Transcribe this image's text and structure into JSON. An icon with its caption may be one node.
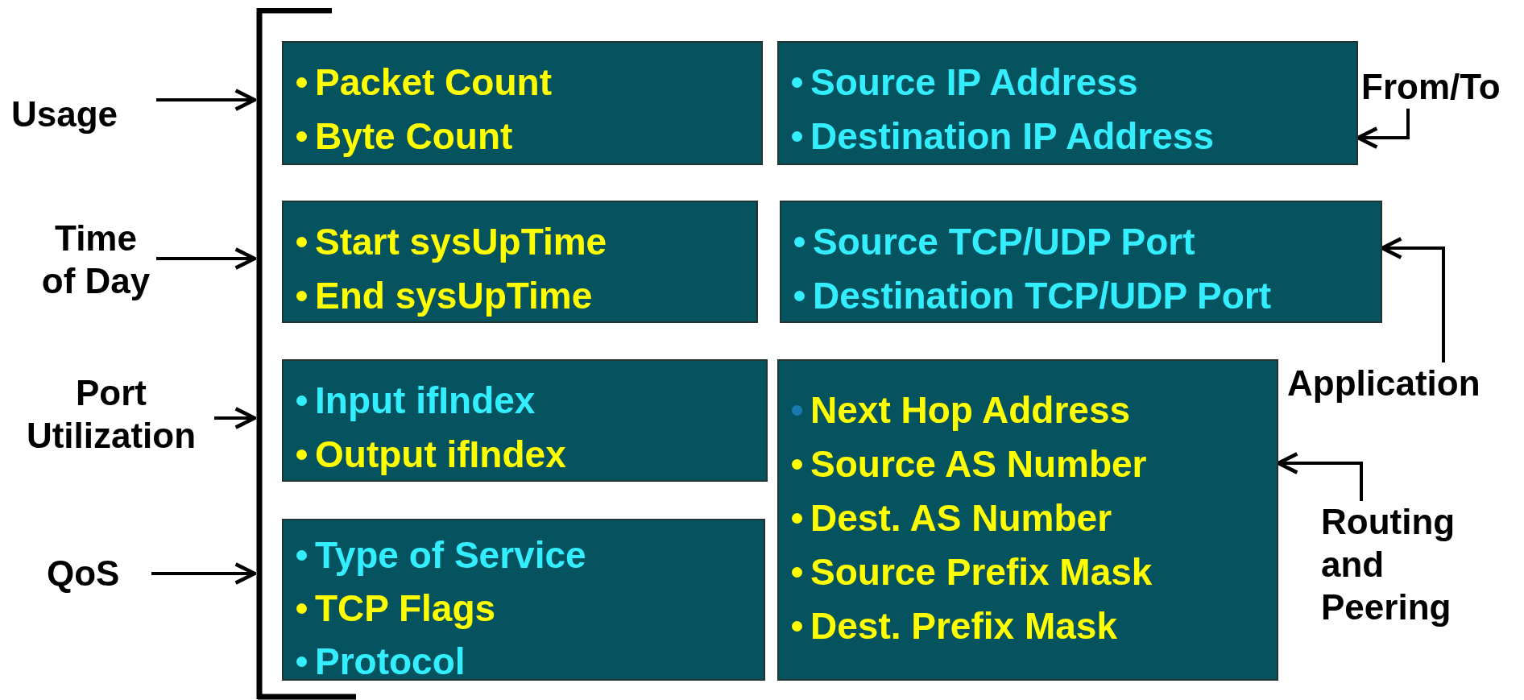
{
  "diagram": {
    "nodes": [
      {
        "text": [
          "Usage"
        ]
      },
      {
        "text": [
          "Time of Day"
        ]
      },
      {
        "text": [
          "Port Utilization"
        ]
      },
      {
        "text": [
          "QoS"
        ]
      },
      {
        "text": [],
        "shape": "bar"
      },
      {
        "text": [
          "Packet Count",
          "Byte Count"
        ]
      },
      {
        "text": [
          "Source IP Address",
          "Destination IP Address"
        ]
      },
      {
        "text": [
          "Start sysUpTime",
          "End sysUpTime"
        ]
      },
      {
        "text": [
          "Source TCP/UDP Port",
          "Destination TCP/UDP Port"
        ]
      },
      {
        "text": [
          "Input ifIndex",
          "Output ifIndex"
        ]
      },
      {
        "text": [
          "Next Hop Address",
          "Source AS Number",
          "Dest. AS Number",
          "Source Prefix Mask",
          "Dest. Prefix Mask"
        ]
      },
      {
        "text": [
          "Type of Service",
          "TCP Flags",
          "Protocol"
        ]
      },
      {
        "text": [
          "From/To"
        ]
      },
      {
        "text": [
          "Application"
        ]
      },
      {
        "text": [
          "Routing and Peering"
        ]
      }
    ],
    "edges": [
      {
        "from": 0,
        "to": 4,
        "arrow": "to"
      },
      {
        "from": 1,
        "to": 4,
        "arrow": "to"
      },
      {
        "from": 2,
        "to": 4,
        "arrow": "to"
      },
      {
        "from": 3,
        "to": 4,
        "arrow": "to"
      },
      {
        "from": 12,
        "to": 6,
        "arrow": "to"
      },
      {
        "from": 13,
        "to": 8,
        "arrow": "to"
      },
      {
        "from": 14,
        "to": 10,
        "arrow": "to"
      }
    ]
  }
}
